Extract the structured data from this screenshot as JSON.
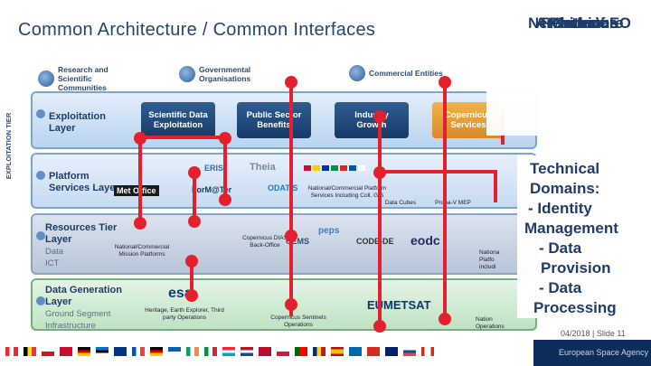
{
  "title": "Common Architecture /  Common Interfaces",
  "side_label": "EXPLOITATION TIER",
  "stakeholders": [
    "Research and Scientific Communities",
    "Governmental Organisations",
    "Commercial Entities"
  ],
  "tiers": {
    "exploitation": {
      "title": "Exploitation",
      "title2": "Layer"
    },
    "platform": {
      "title": "Platform",
      "title2": "Services Layer"
    },
    "resources": {
      "title": "Resources Tier",
      "title2": "Layer",
      "sub1": "Data",
      "sub2": "ICT"
    },
    "datagen": {
      "title": "Data Generation",
      "title2": "Layer",
      "sub1": "Ground Segment",
      "sub2": "Infrastructure"
    }
  },
  "exploitation_tiles": [
    {
      "line1": "Scientific Data",
      "line2": "Exploitation"
    },
    {
      "line1": "Public Sector",
      "line2": "Benefits"
    },
    {
      "line1": "Industry",
      "line2": "Growth"
    },
    {
      "line1": "Copernicus",
      "line2": "Services"
    }
  ],
  "platform_logos": [
    "ERIS",
    "Theia",
    "Met Office",
    "ForM@Ter",
    "ODATIS"
  ],
  "platform_captions": {
    "national": "National/Commercial Platform Services Including Coll. G/S",
    "cubes": "Data Cubes",
    "mep": "Proba-V MEP"
  },
  "resources_captions": {
    "national": "National/Commercial Mission Platforms",
    "dias": "Copernicus DIAS Back-Office",
    "right": "Nationa Platfo includi"
  },
  "resources_logos": [
    "CEMS",
    "peps",
    "CODE-DE",
    "eodc"
  ],
  "datagen_logos": [
    "esa",
    "EUMETSAT"
  ],
  "datagen_captions": {
    "esa": "Heritage, Earth Explorer, Third party Operations",
    "sentinels": "Copernicus Sentinels Operations",
    "right": "Nation Operations"
  },
  "callout_top": [
    "Generic",
    "Platform",
    "Architecture",
    "within",
    "Network of EO",
    "Resources"
  ],
  "callout_right": [
    "Technical",
    "Domains:",
    "-  Identity",
    "Management",
    "-  Data",
    "Provision",
    "-  Data",
    "Processing"
  ],
  "slide_number": "04/2018 | Slide  11",
  "footer_brand": "European Space Agency",
  "colors": {
    "accent_red": "#e5202e",
    "navy": "#1f3c6a",
    "tier_blue": "#7aa6d6",
    "tier_green": "#74b07a"
  }
}
